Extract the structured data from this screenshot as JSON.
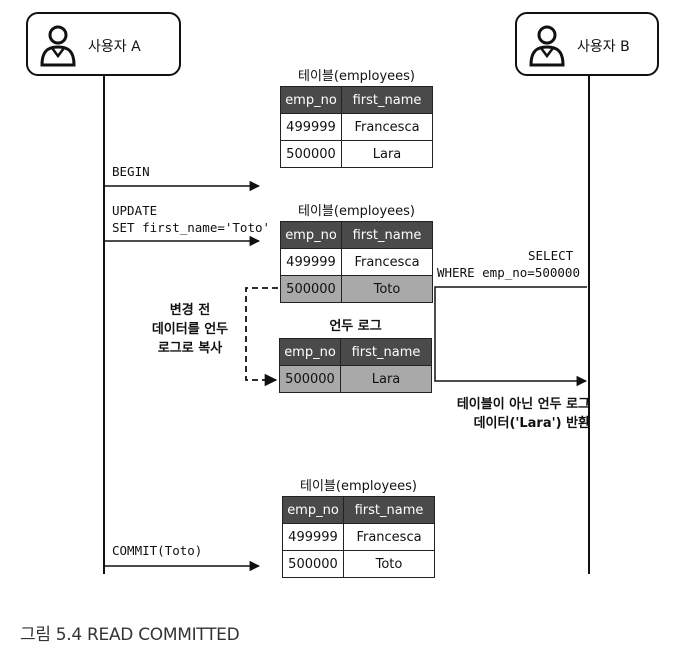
{
  "actors": {
    "a": {
      "name": "사용자 A",
      "icon": "user-icon"
    },
    "b": {
      "name": "사용자 B",
      "icon": "user-icon"
    }
  },
  "messages": {
    "begin": "BEGIN",
    "update_line1": "UPDATE",
    "update_line2": "SET first_name='Toto'",
    "select_line1": "SELECT",
    "select_line2": "WHERE emp_no=500000",
    "commit": "COMMIT(Toto)"
  },
  "tables": {
    "t1": {
      "caption": "테이블(employees)",
      "headers": [
        "emp_no",
        "first_name"
      ],
      "rows": [
        [
          "499999",
          "Francesca"
        ],
        [
          "500000",
          "Lara"
        ]
      ]
    },
    "t2": {
      "caption": "테이블(employees)",
      "headers": [
        "emp_no",
        "first_name"
      ],
      "rows": [
        [
          "499999",
          "Francesca"
        ],
        [
          "500000",
          "Toto"
        ]
      ]
    },
    "undo": {
      "caption": "언두 로그",
      "headers": [
        "emp_no",
        "first_name"
      ],
      "rows": [
        [
          "500000",
          "Lara"
        ]
      ]
    },
    "t3": {
      "caption": "테이블(employees)",
      "headers": [
        "emp_no",
        "first_name"
      ],
      "rows": [
        [
          "499999",
          "Francesca"
        ],
        [
          "500000",
          "Toto"
        ]
      ]
    }
  },
  "notes": {
    "copy": [
      "변경 전",
      "데이터를 언두",
      "로그로 복사"
    ],
    "return": [
      "테이블이 아닌 언두 로그",
      "데이터('Lara') 반환"
    ]
  },
  "figure_caption": "그림 5.4 READ COMMITTED",
  "colors": {
    "header": "#4a4a4a",
    "highlight": "#a9a9a9",
    "line": "#111111"
  }
}
